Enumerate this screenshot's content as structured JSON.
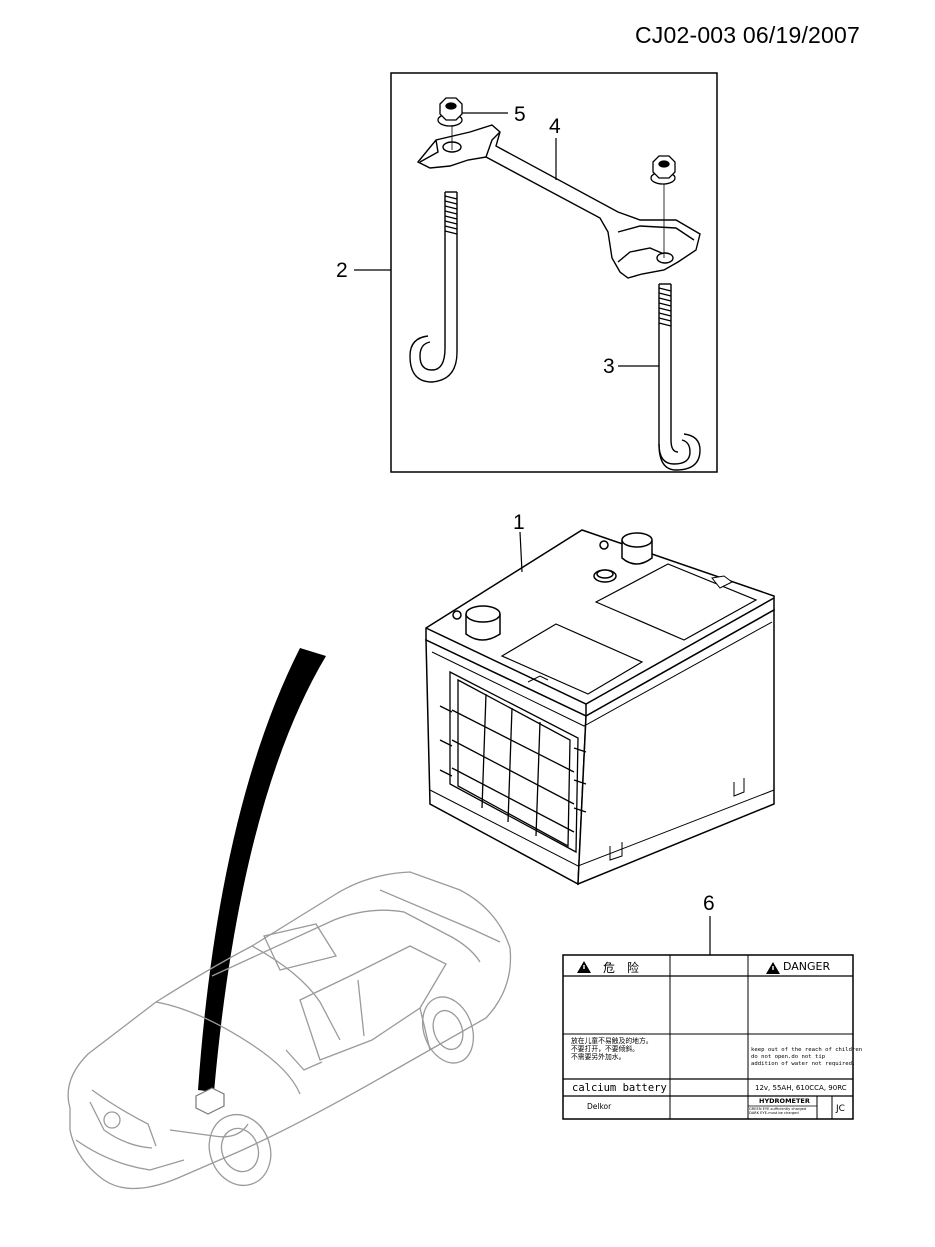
{
  "header": {
    "doc_id": "CJ02-003  06/19/2007"
  },
  "callouts": [
    {
      "n": "1"
    },
    {
      "n": "2"
    },
    {
      "n": "3"
    },
    {
      "n": "4"
    },
    {
      "n": "5"
    },
    {
      "n": "6"
    }
  ],
  "warning_label": {
    "danger_cn": "危　险",
    "danger_en": "DANGER",
    "warning_cn": "放在儿童不易触及的地方。\n不要打开，不要倾斜。\n不需要另外加水。",
    "warning_en": "keep out of the reach of children\ndo not open.do not tip\naddition of water not required.",
    "battery_type": "calcium battery",
    "spec": "12v, 55AH, 610CCA, 90RC",
    "brand": "Delkor",
    "hydrometer_title": "HYDROMETER",
    "hydrometer_text": "GREEN EYE-sufficiently charged\nDARK EYE-must be charged",
    "code": "JC"
  }
}
